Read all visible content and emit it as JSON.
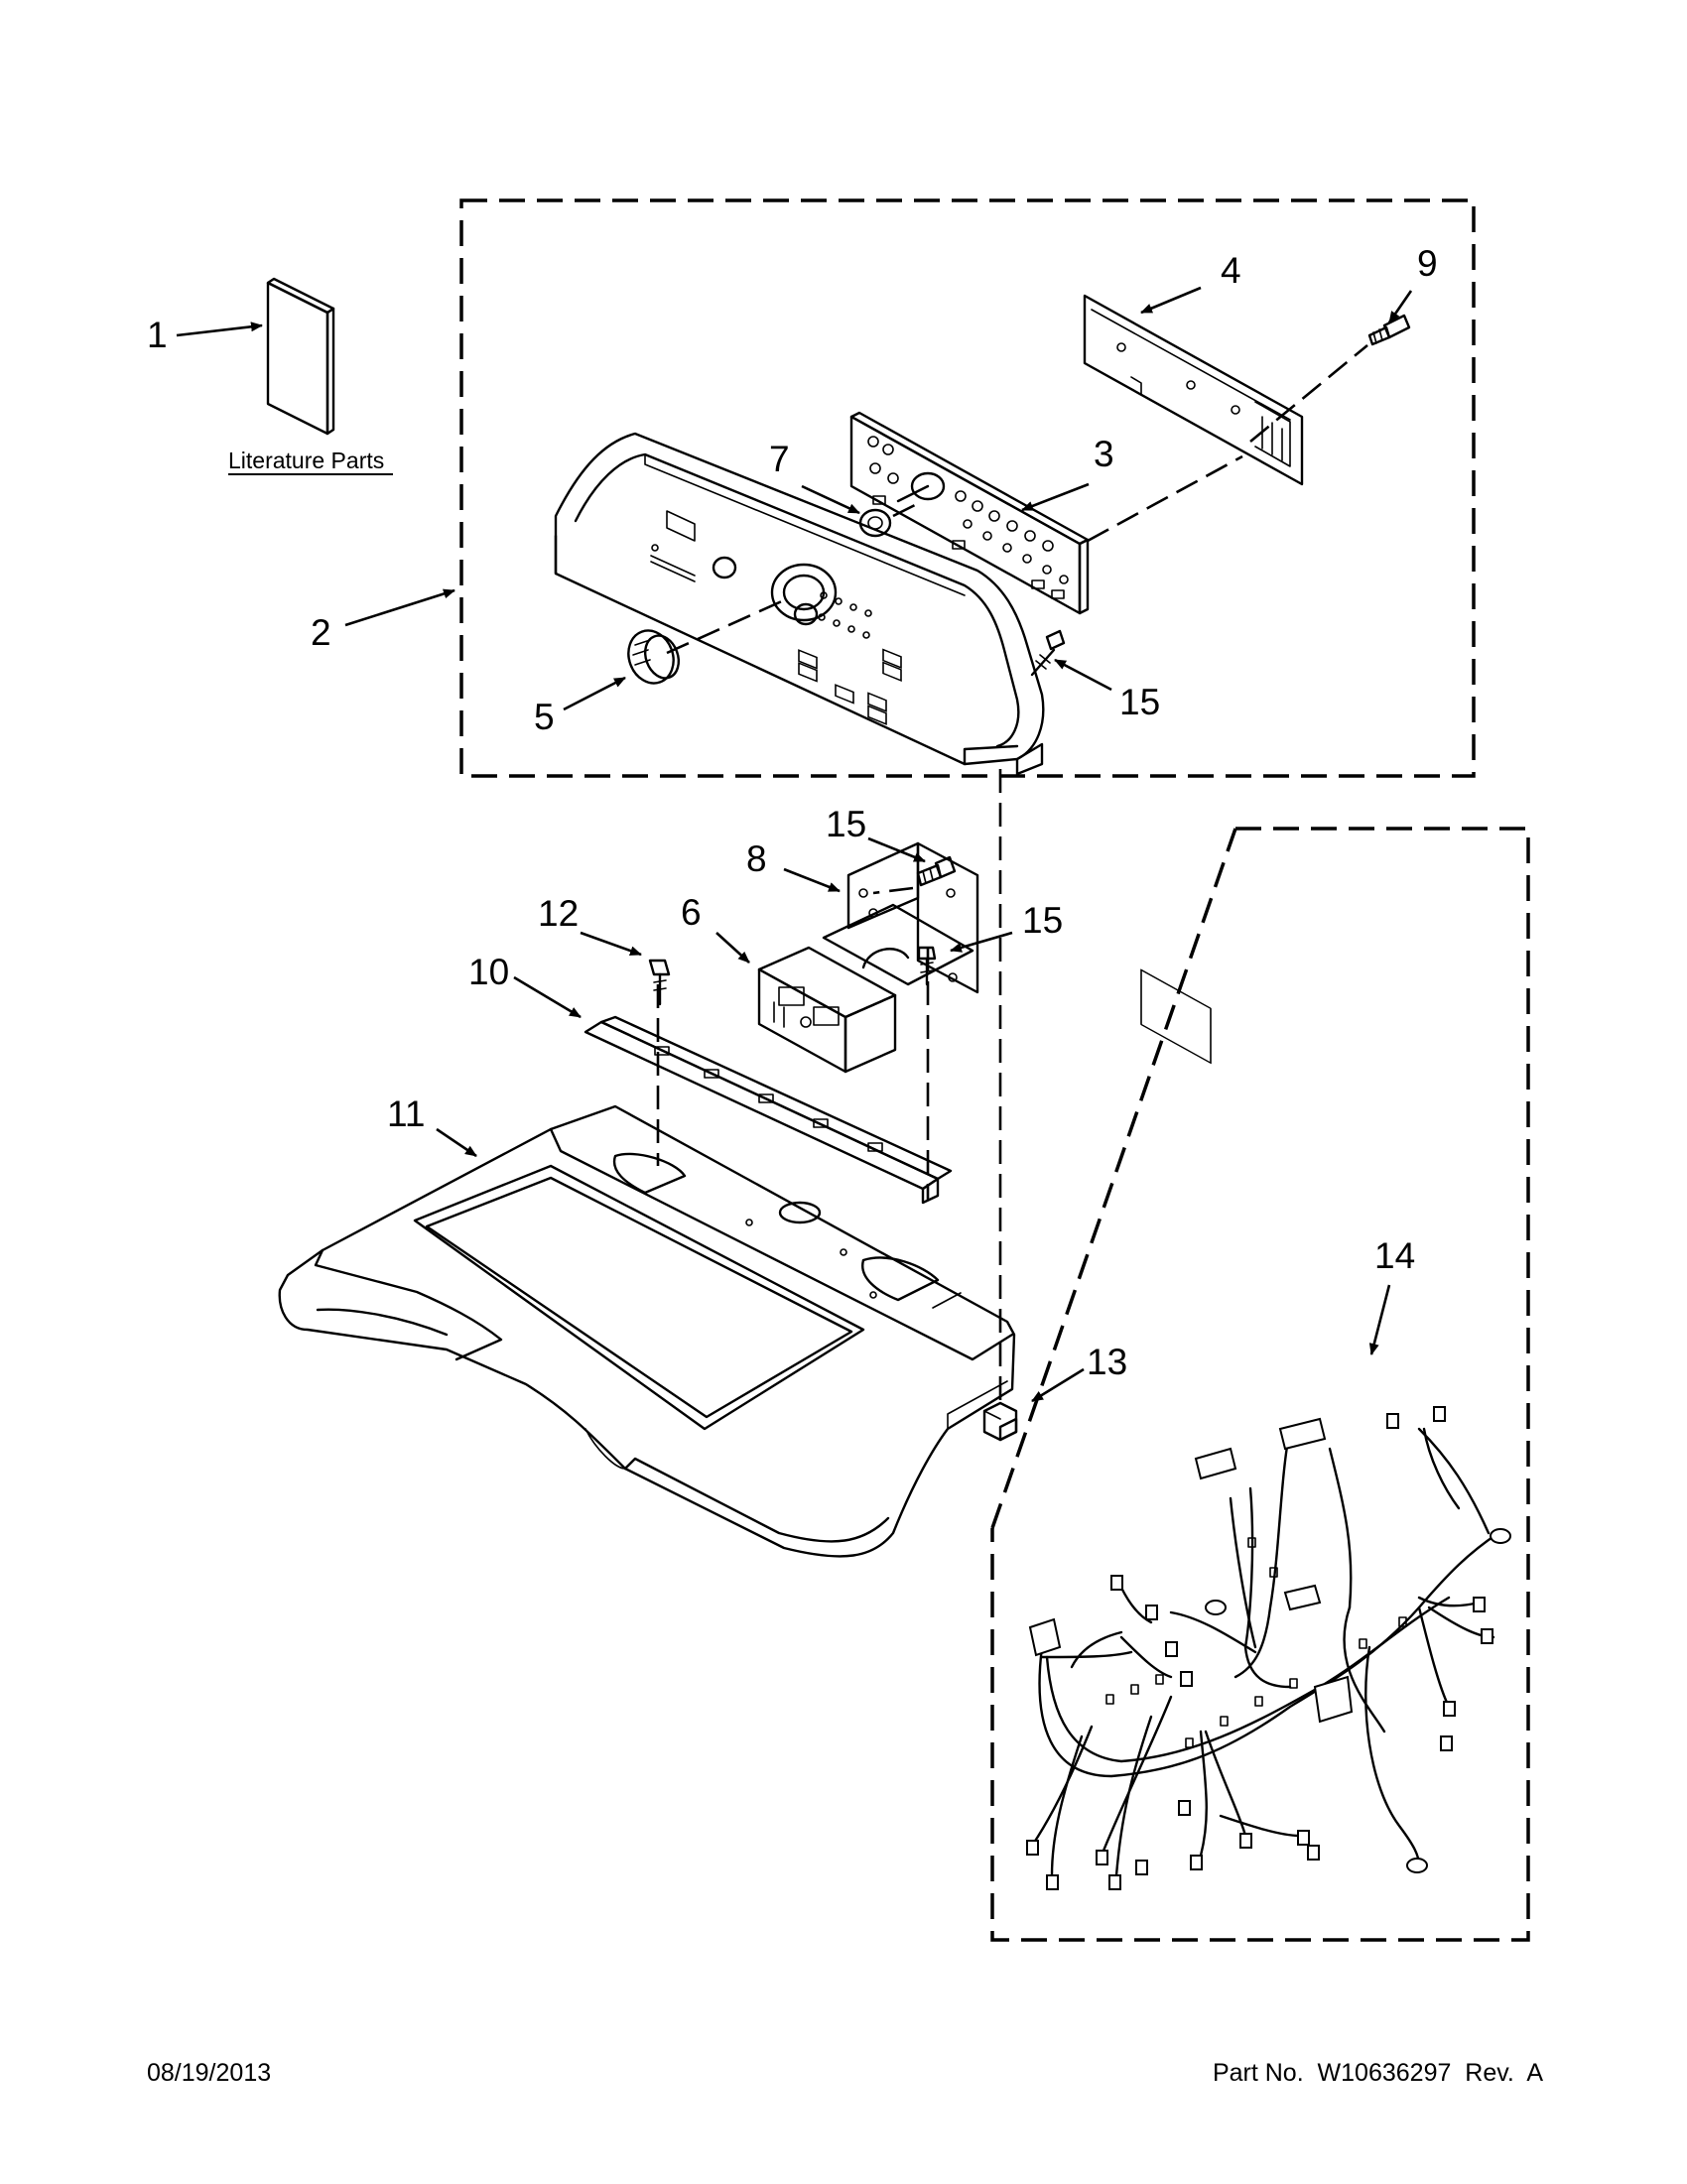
{
  "diagram": {
    "labels": {
      "literature": "Literature Parts",
      "date": "08/19/2013",
      "part_no": "Part No.  W10636297  Rev.  A"
    },
    "callouts": [
      {
        "id": "c1",
        "text": "1"
      },
      {
        "id": "c2",
        "text": "2"
      },
      {
        "id": "c3",
        "text": "3"
      },
      {
        "id": "c4",
        "text": "4"
      },
      {
        "id": "c5",
        "text": "5"
      },
      {
        "id": "c6",
        "text": "6"
      },
      {
        "id": "c7",
        "text": "7"
      },
      {
        "id": "c8",
        "text": "8"
      },
      {
        "id": "c9",
        "text": "9"
      },
      {
        "id": "c10",
        "text": "10"
      },
      {
        "id": "c11",
        "text": "11"
      },
      {
        "id": "c12",
        "text": "12"
      },
      {
        "id": "c13",
        "text": "13"
      },
      {
        "id": "c14",
        "text": "14"
      },
      {
        "id": "c15a",
        "text": "15"
      },
      {
        "id": "c15b",
        "text": "15"
      },
      {
        "id": "c15c",
        "text": "15"
      }
    ]
  }
}
